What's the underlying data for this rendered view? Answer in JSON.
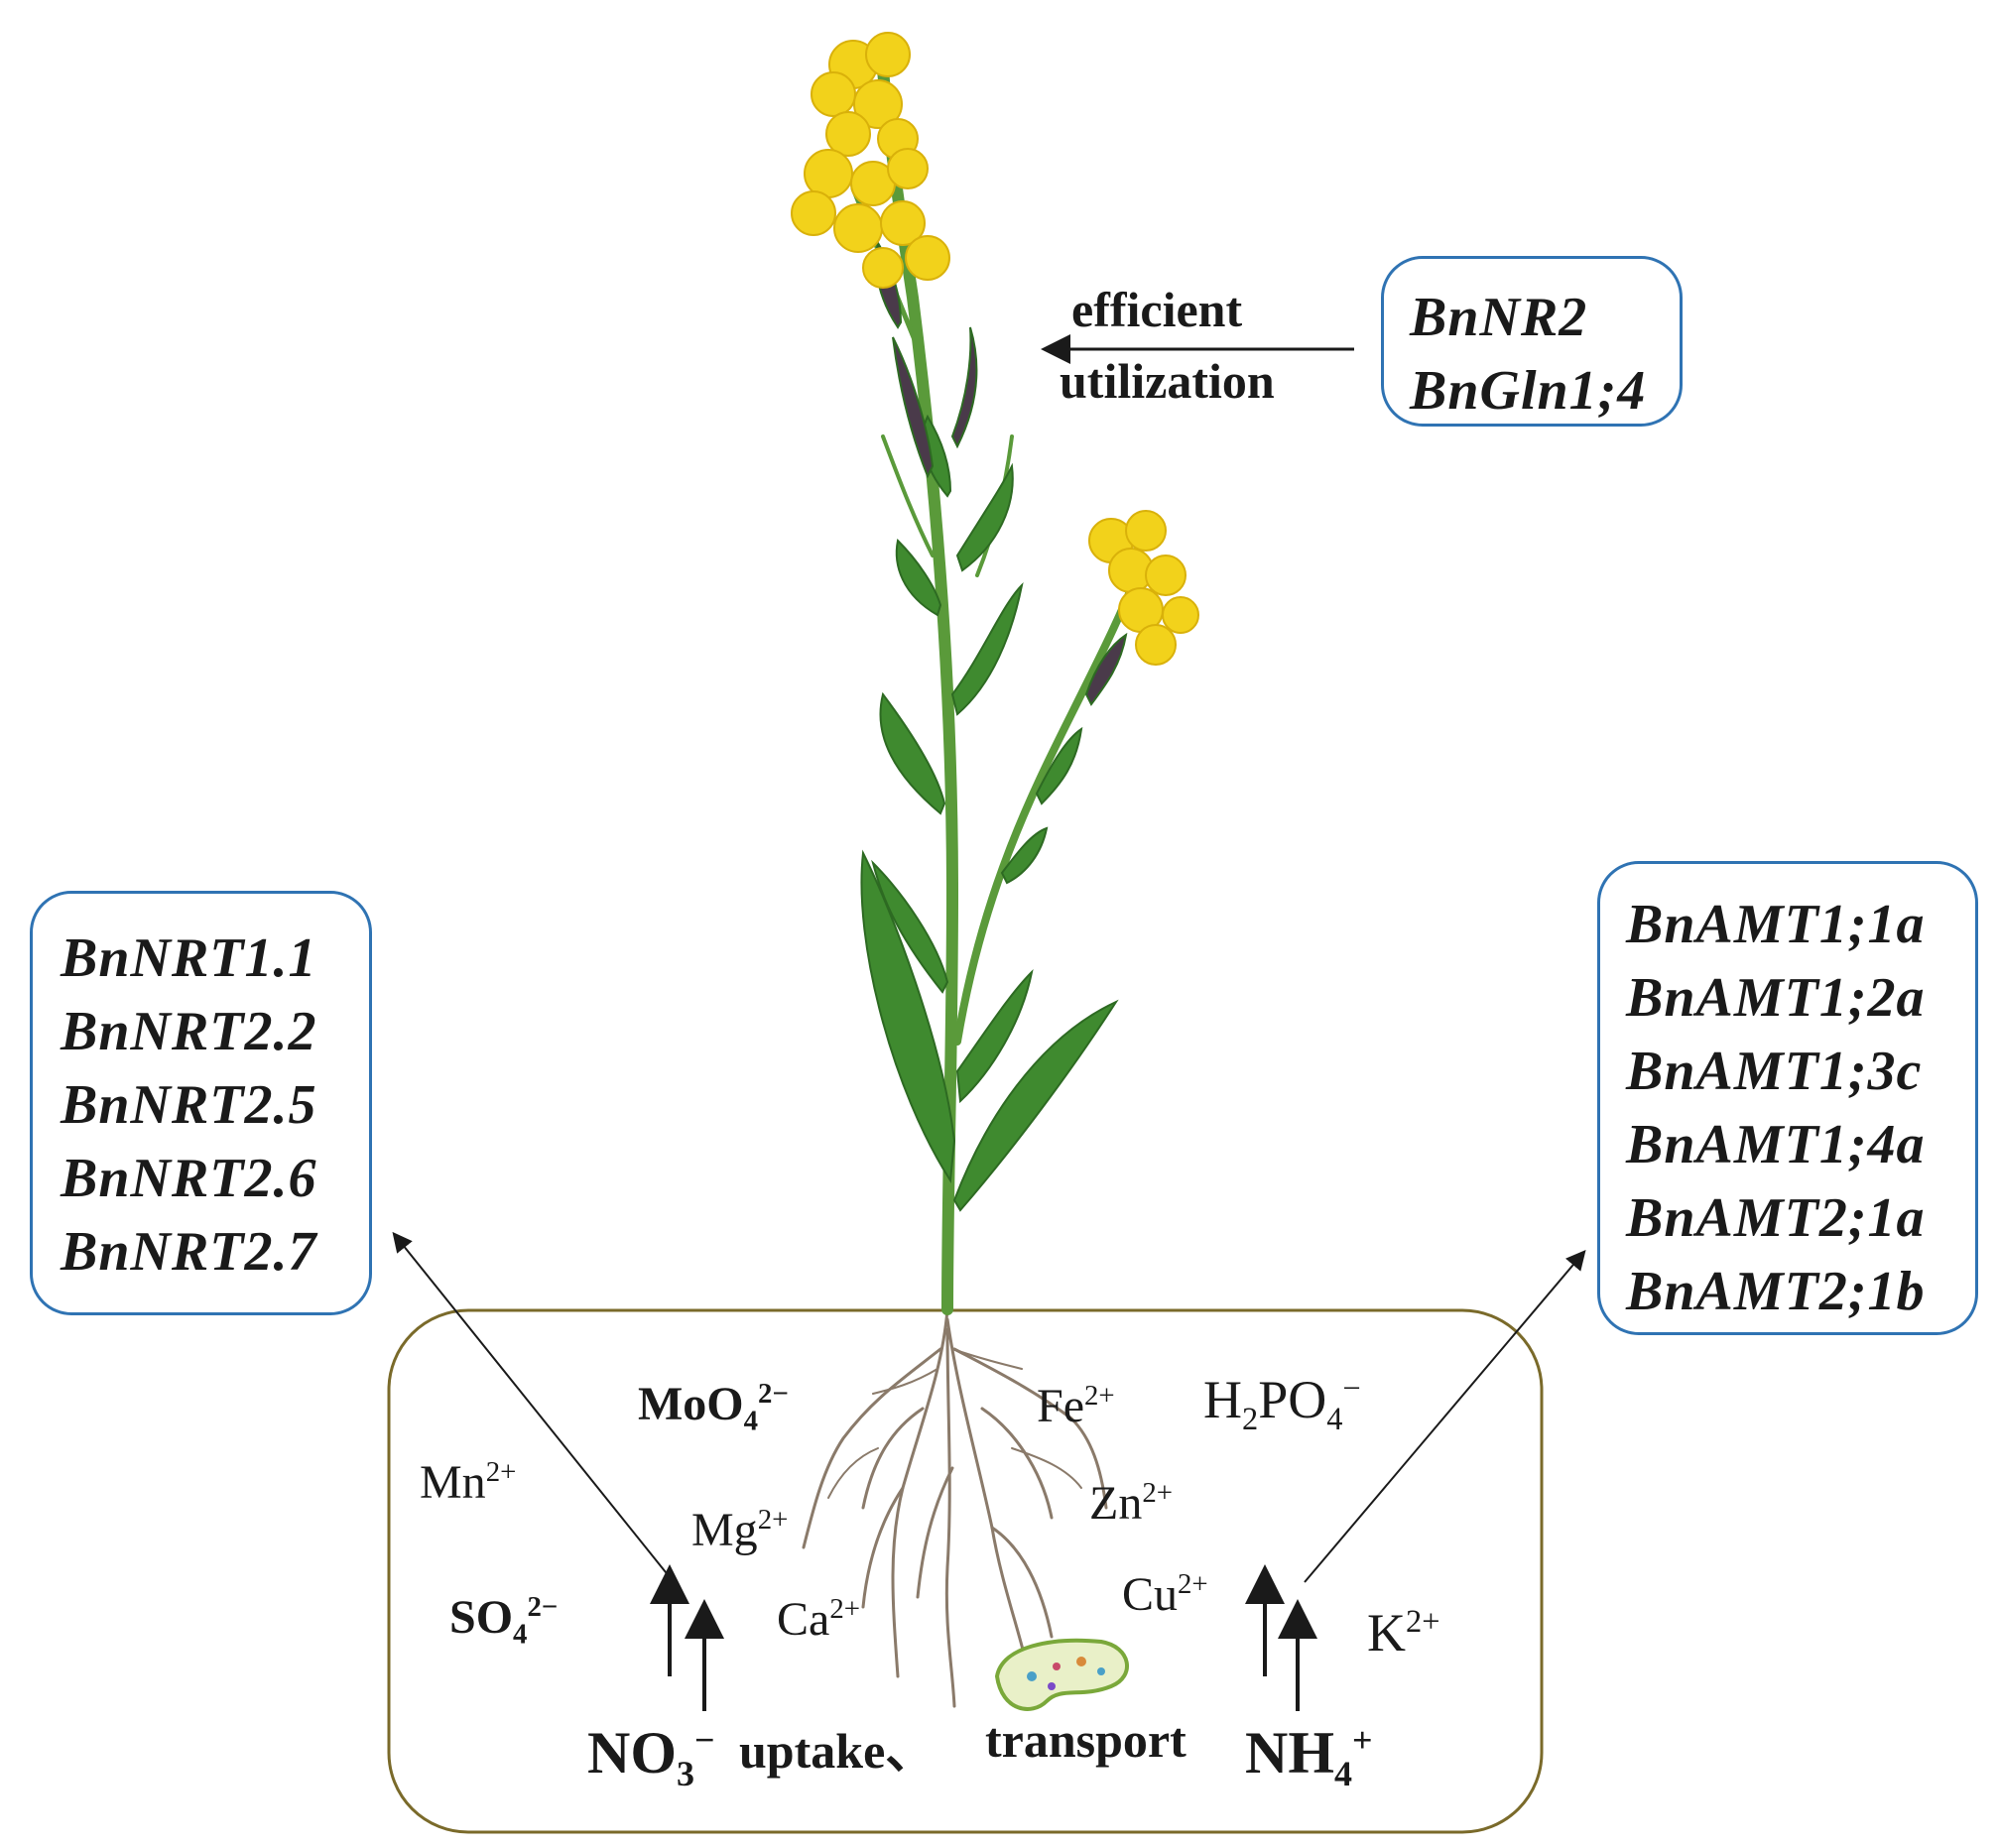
{
  "boxes": {
    "top": {
      "genes": [
        "BnNR2",
        "BnGln1;4"
      ]
    },
    "left": {
      "genes": [
        "BnNRT1.1",
        "BnNRT2.2",
        "BnNRT2.5",
        "BnNRT2.6",
        "BnNRT2.7"
      ]
    },
    "right": {
      "genes": [
        "BnAMT1;1a",
        "BnAMT1;2a",
        "BnAMT1;3c",
        "BnAMT1;4a",
        "BnAMT2;1a",
        "BnAMT2;1b"
      ]
    }
  },
  "labels": {
    "efficient": "efficient",
    "utilization": "utilization",
    "uptake": "uptake、",
    "transport": "transport"
  },
  "ions": {
    "moo4": {
      "base": "MoO",
      "sub": "4",
      "sup": "2−"
    },
    "mn": {
      "base": "Mn",
      "sup": "2+"
    },
    "mg": {
      "base": "Mg",
      "sup": "2+"
    },
    "so4": {
      "base": "SO",
      "sub": "4",
      "sup": "2−"
    },
    "ca": {
      "base": "Ca",
      "sup": "2+"
    },
    "fe": {
      "base": "Fe",
      "sup": "2+"
    },
    "h2po4": {
      "base1": "H",
      "sub1": "2",
      "base2": "PO",
      "sub2": "4",
      "sup": "−"
    },
    "zn": {
      "base": "Zn",
      "sup": "2+"
    },
    "cu": {
      "base": "Cu",
      "sup": "2+"
    },
    "k": {
      "base": "K",
      "sup": "2+"
    },
    "no3": {
      "base": "NO",
      "sub": "3",
      "sup": "−"
    },
    "nh4": {
      "base": "NH",
      "sub": "4",
      "sup": "+"
    }
  },
  "colors": {
    "box_border": "#2f73b3",
    "soil_border": "#7a6a2a",
    "flower": "#f2d21b",
    "leaf": "#3f8a2f",
    "stem": "#5a9a3a",
    "root": "#8a7a6a"
  }
}
